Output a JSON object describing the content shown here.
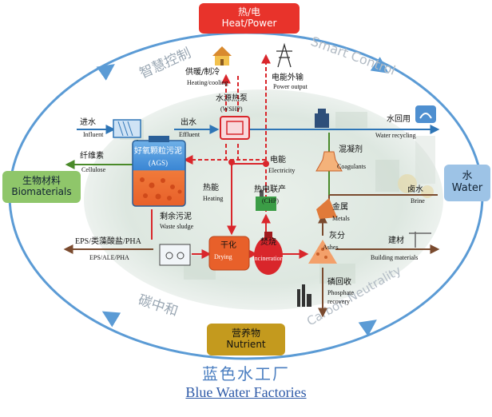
{
  "title": {
    "cn": "蓝色水工厂",
    "en": "Blue Water Factories"
  },
  "outer_labels": {
    "heat_power": {
      "cn": "热/电",
      "en": "Heat/Power"
    },
    "water": {
      "cn": "水",
      "en": "Water"
    },
    "biomaterials": {
      "cn": "生物材料",
      "en": "Biomaterials"
    },
    "nutrient": {
      "cn": "营养物",
      "en": "Nutrient"
    }
  },
  "ring_labels": {
    "smart_cn": "智慧控制",
    "smart_en": "Smart Control",
    "carbon_cn": "碳中和",
    "carbon_en": "Carbon Neutrality"
  },
  "nodes": {
    "heating_cooling": {
      "cn": "供暖/制冷",
      "en": "Heating/cooling"
    },
    "power_output": {
      "cn": "电能外输",
      "en": "Power output"
    },
    "wshp": {
      "cn": "水源热泵",
      "en": "(WSHP)"
    },
    "influent": {
      "cn": "进水",
      "en": "Influent"
    },
    "effluent": {
      "cn": "出水",
      "en": "Effluent"
    },
    "water_recycling": {
      "cn": "水回用",
      "en": "Water recycling"
    },
    "cellulose": {
      "cn": "纤维素",
      "en": "Cellulose"
    },
    "ags": {
      "cn": "好氧颗粒污泥",
      "en": "(AGS)"
    },
    "electricity": {
      "cn": "电能",
      "en": "Electricity"
    },
    "coagulants": {
      "cn": "混凝剂",
      "en": "Coagulants"
    },
    "heating": {
      "cn": "热能",
      "en": "Heating"
    },
    "chp": {
      "cn": "热电联产",
      "en": "(CHP)"
    },
    "brine": {
      "cn": "卤水",
      "en": "Brine"
    },
    "waste_sludge": {
      "cn": "剩余污泥",
      "en": "Waste sludge"
    },
    "metals": {
      "cn": "金属",
      "en": "Metals"
    },
    "eps": {
      "cn": "EPS/类藻酸盐/PHA",
      "en": "EPS/ALE/PHA"
    },
    "drying": {
      "cn": "干化",
      "en": "Drying"
    },
    "incineration": {
      "cn": "焚烧",
      "en": "Incineration"
    },
    "ashes": {
      "cn": "灰分",
      "en": "Ashes"
    },
    "building": {
      "cn": "建材",
      "en": "Building materials"
    },
    "phosphate": {
      "cn": "磷回收",
      "en1": "Phosphate",
      "en2": "recovery"
    }
  },
  "colors": {
    "ring": "#5b9bd5",
    "heat_box": "#e8332b",
    "water_box": "#9dc3e6",
    "bio_box": "#8fc66a",
    "nutrient_box": "#c49a1e",
    "red_flow": "#d9262b",
    "blue_flow": "#2e75b6",
    "brown_flow": "#7a4a2e",
    "green_flow": "#4a8a2a"
  }
}
